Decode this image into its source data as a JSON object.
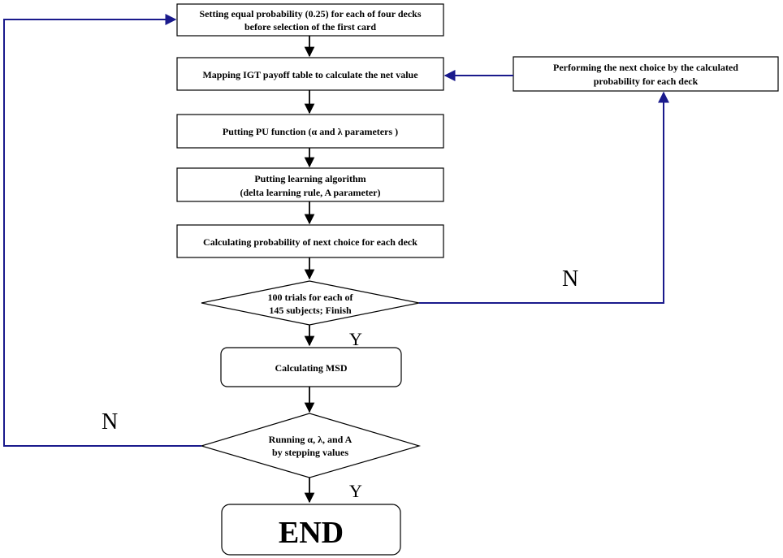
{
  "flowchart": {
    "start": {
      "line1": "Setting equal probability (0.25) for each of four decks",
      "line2": "before selection of the first card"
    },
    "mapping": {
      "line1": "Mapping IGT payoff table to calculate the net value"
    },
    "pu_function": {
      "line1": "Putting PU function (α and λ parameters )"
    },
    "learning": {
      "line1": "Putting learning algorithm",
      "line2": "(delta learning rule, A parameter)"
    },
    "probability": {
      "line1": "Calculating probability of next choice for each deck"
    },
    "next_choice": {
      "line1": "Performing the next choice by the calculated",
      "line2": "probability for each deck"
    },
    "trials_decision": {
      "line1": "100 trials for each of",
      "line2": "145 subjects; Finish"
    },
    "msd": {
      "line1": "Calculating MSD"
    },
    "running_decision": {
      "line1": "Running α, λ, and A",
      "line2": "by stepping values"
    },
    "end": {
      "line1": "END"
    },
    "labels": {
      "trials_no": "N",
      "trials_yes": "Y",
      "running_no": "N",
      "running_yes": "Y"
    }
  },
  "colors": {
    "loop_arrow": "#1a1a8c",
    "flow_arrow": "#000000",
    "box_stroke": "#000000"
  }
}
